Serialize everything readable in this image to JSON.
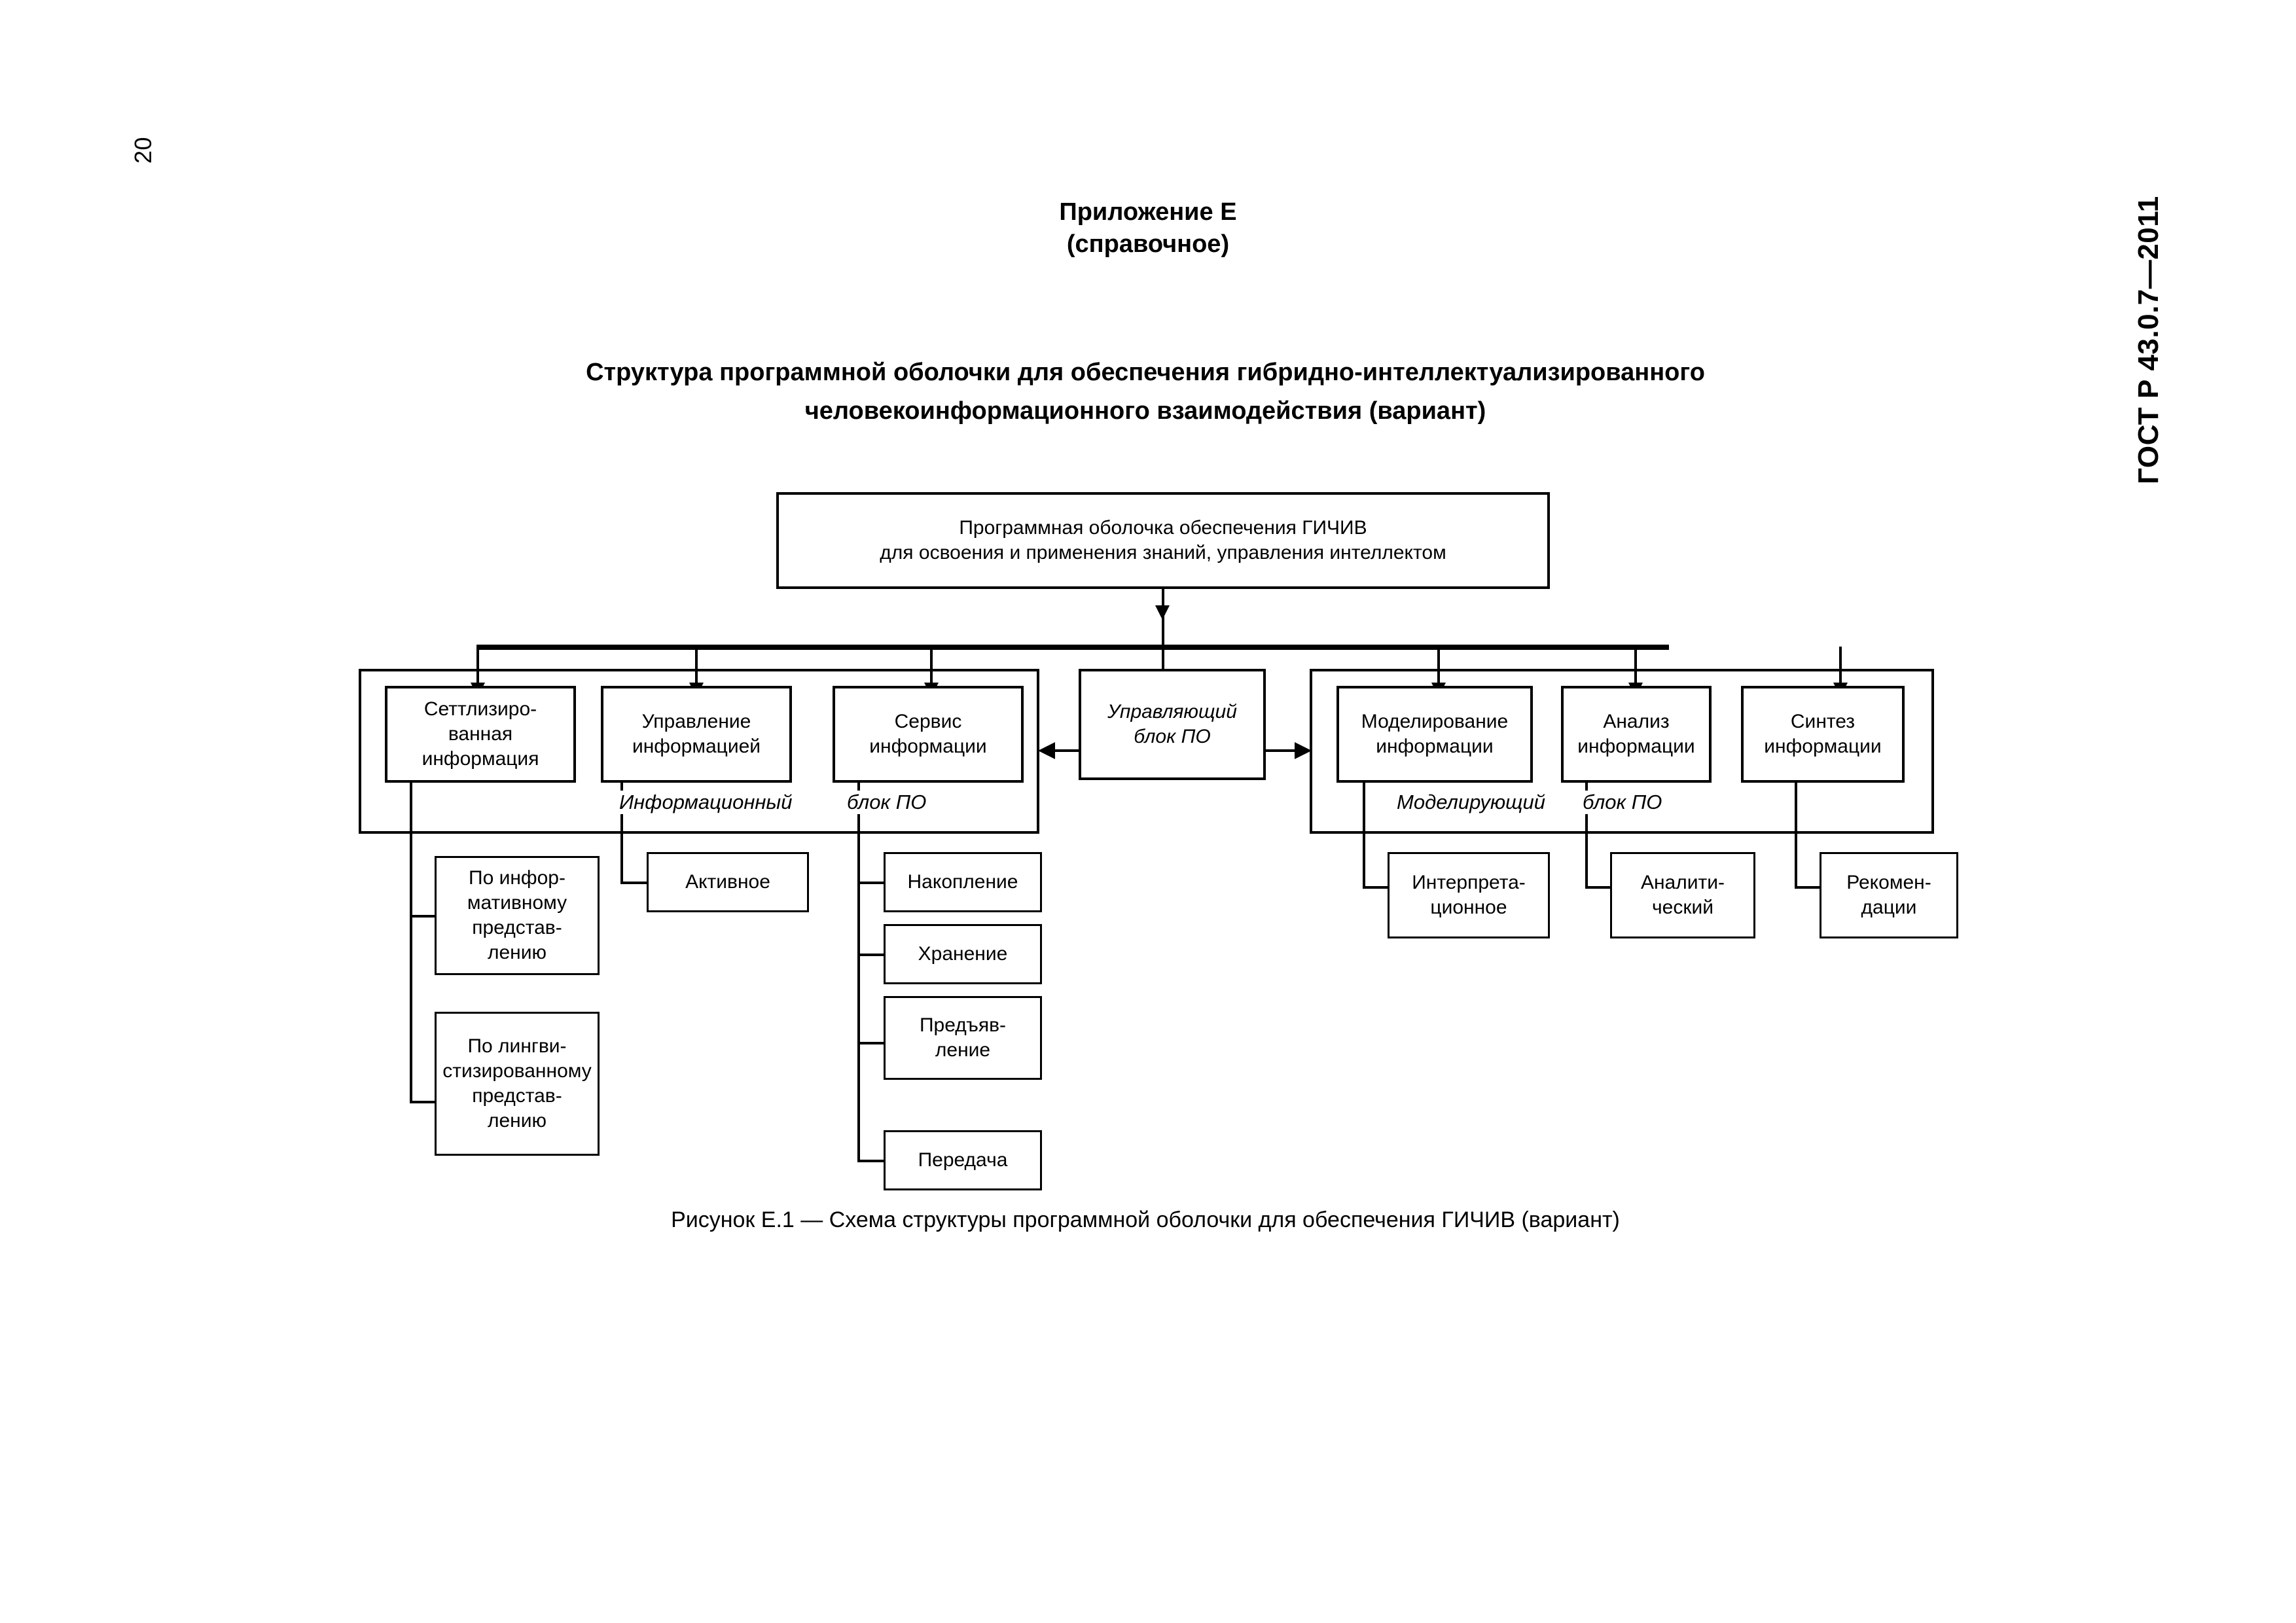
{
  "page": {
    "number": "20",
    "standard_mark": "ГОСТ Р 43.0.7—2011"
  },
  "annex": {
    "title": "Приложение Е",
    "subtitle": "(справочное)"
  },
  "figure": {
    "title_line1": "Структура программной оболочки для обеспечения гибридно-интеллектуализированного",
    "title_line2": "человекоинформационного взаимодействия (вариант)",
    "caption": "Рисунок  Е.1 — Схема структуры программной оболочки для обеспечения ГИЧИВ (вариант)"
  },
  "diagram": {
    "type": "block-hierarchy",
    "root": {
      "line1": "Программная оболочка обеспечения ГИЧИВ",
      "line2": "для освоения и применения знаний, управления интеллектом"
    },
    "control_block": {
      "line1": "Управляющий",
      "line2": "блок ПО"
    },
    "groups": [
      {
        "id": "information-block",
        "label_italic_left": "Информационный",
        "label_italic_right": "блок ПО",
        "nodes": [
          {
            "id": "settled-information",
            "lines": [
              "Сеттлизиро-",
              "ванная",
              "информация"
            ],
            "children": [
              {
                "id": "by-informative-representation",
                "lines": [
                  "По инфор-",
                  "мативному",
                  "представ-",
                  "лению"
                ]
              },
              {
                "id": "by-linguistic-representation",
                "lines": [
                  "По лингви-",
                  "стизированному",
                  "представ-",
                  "лению"
                ]
              }
            ]
          },
          {
            "id": "information-management",
            "lines": [
              "Управление",
              "информацией"
            ],
            "children": [
              {
                "id": "active",
                "lines": [
                  "Активное"
                ]
              }
            ]
          },
          {
            "id": "information-service",
            "lines": [
              "Сервис",
              "информации"
            ],
            "children": [
              {
                "id": "accumulation",
                "lines": [
                  "Накопление"
                ]
              },
              {
                "id": "storage",
                "lines": [
                  "Хранение"
                ]
              },
              {
                "id": "presentation",
                "lines": [
                  "Предъяв-",
                  "ление"
                ]
              },
              {
                "id": "transmission",
                "lines": [
                  "Передача"
                ]
              }
            ]
          }
        ]
      },
      {
        "id": "modelling-block",
        "label_italic_left": "Моделирующий",
        "label_italic_right": "блок ПО",
        "nodes": [
          {
            "id": "information-modelling",
            "lines": [
              "Моделирование",
              "информации"
            ],
            "children": [
              {
                "id": "interpretational",
                "lines": [
                  "Интерпрета-",
                  "ционное"
                ]
              }
            ]
          },
          {
            "id": "information-analysis",
            "lines": [
              "Анализ",
              "информации"
            ],
            "children": [
              {
                "id": "analytical",
                "lines": [
                  "Аналити-",
                  "ческий"
                ]
              }
            ]
          },
          {
            "id": "information-synthesis",
            "lines": [
              "Синтез",
              "информации"
            ],
            "children": [
              {
                "id": "recommendations",
                "lines": [
                  "Рекомен-",
                  "дации"
                ]
              }
            ]
          }
        ]
      }
    ]
  }
}
